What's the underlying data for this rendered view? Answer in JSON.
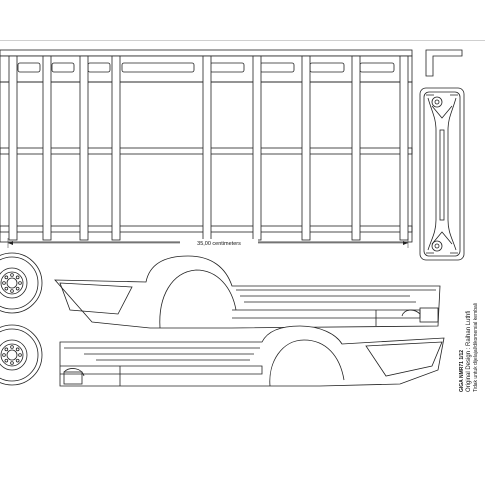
{
  "template": {
    "dimension_label": "35,00 centimeters",
    "credits": {
      "model": "GIGA NMR71 1/12",
      "designer": "Original Design : Raihan Luthfi",
      "notice": "Tidak untuk dijelajal/dikomersial kembali"
    }
  }
}
